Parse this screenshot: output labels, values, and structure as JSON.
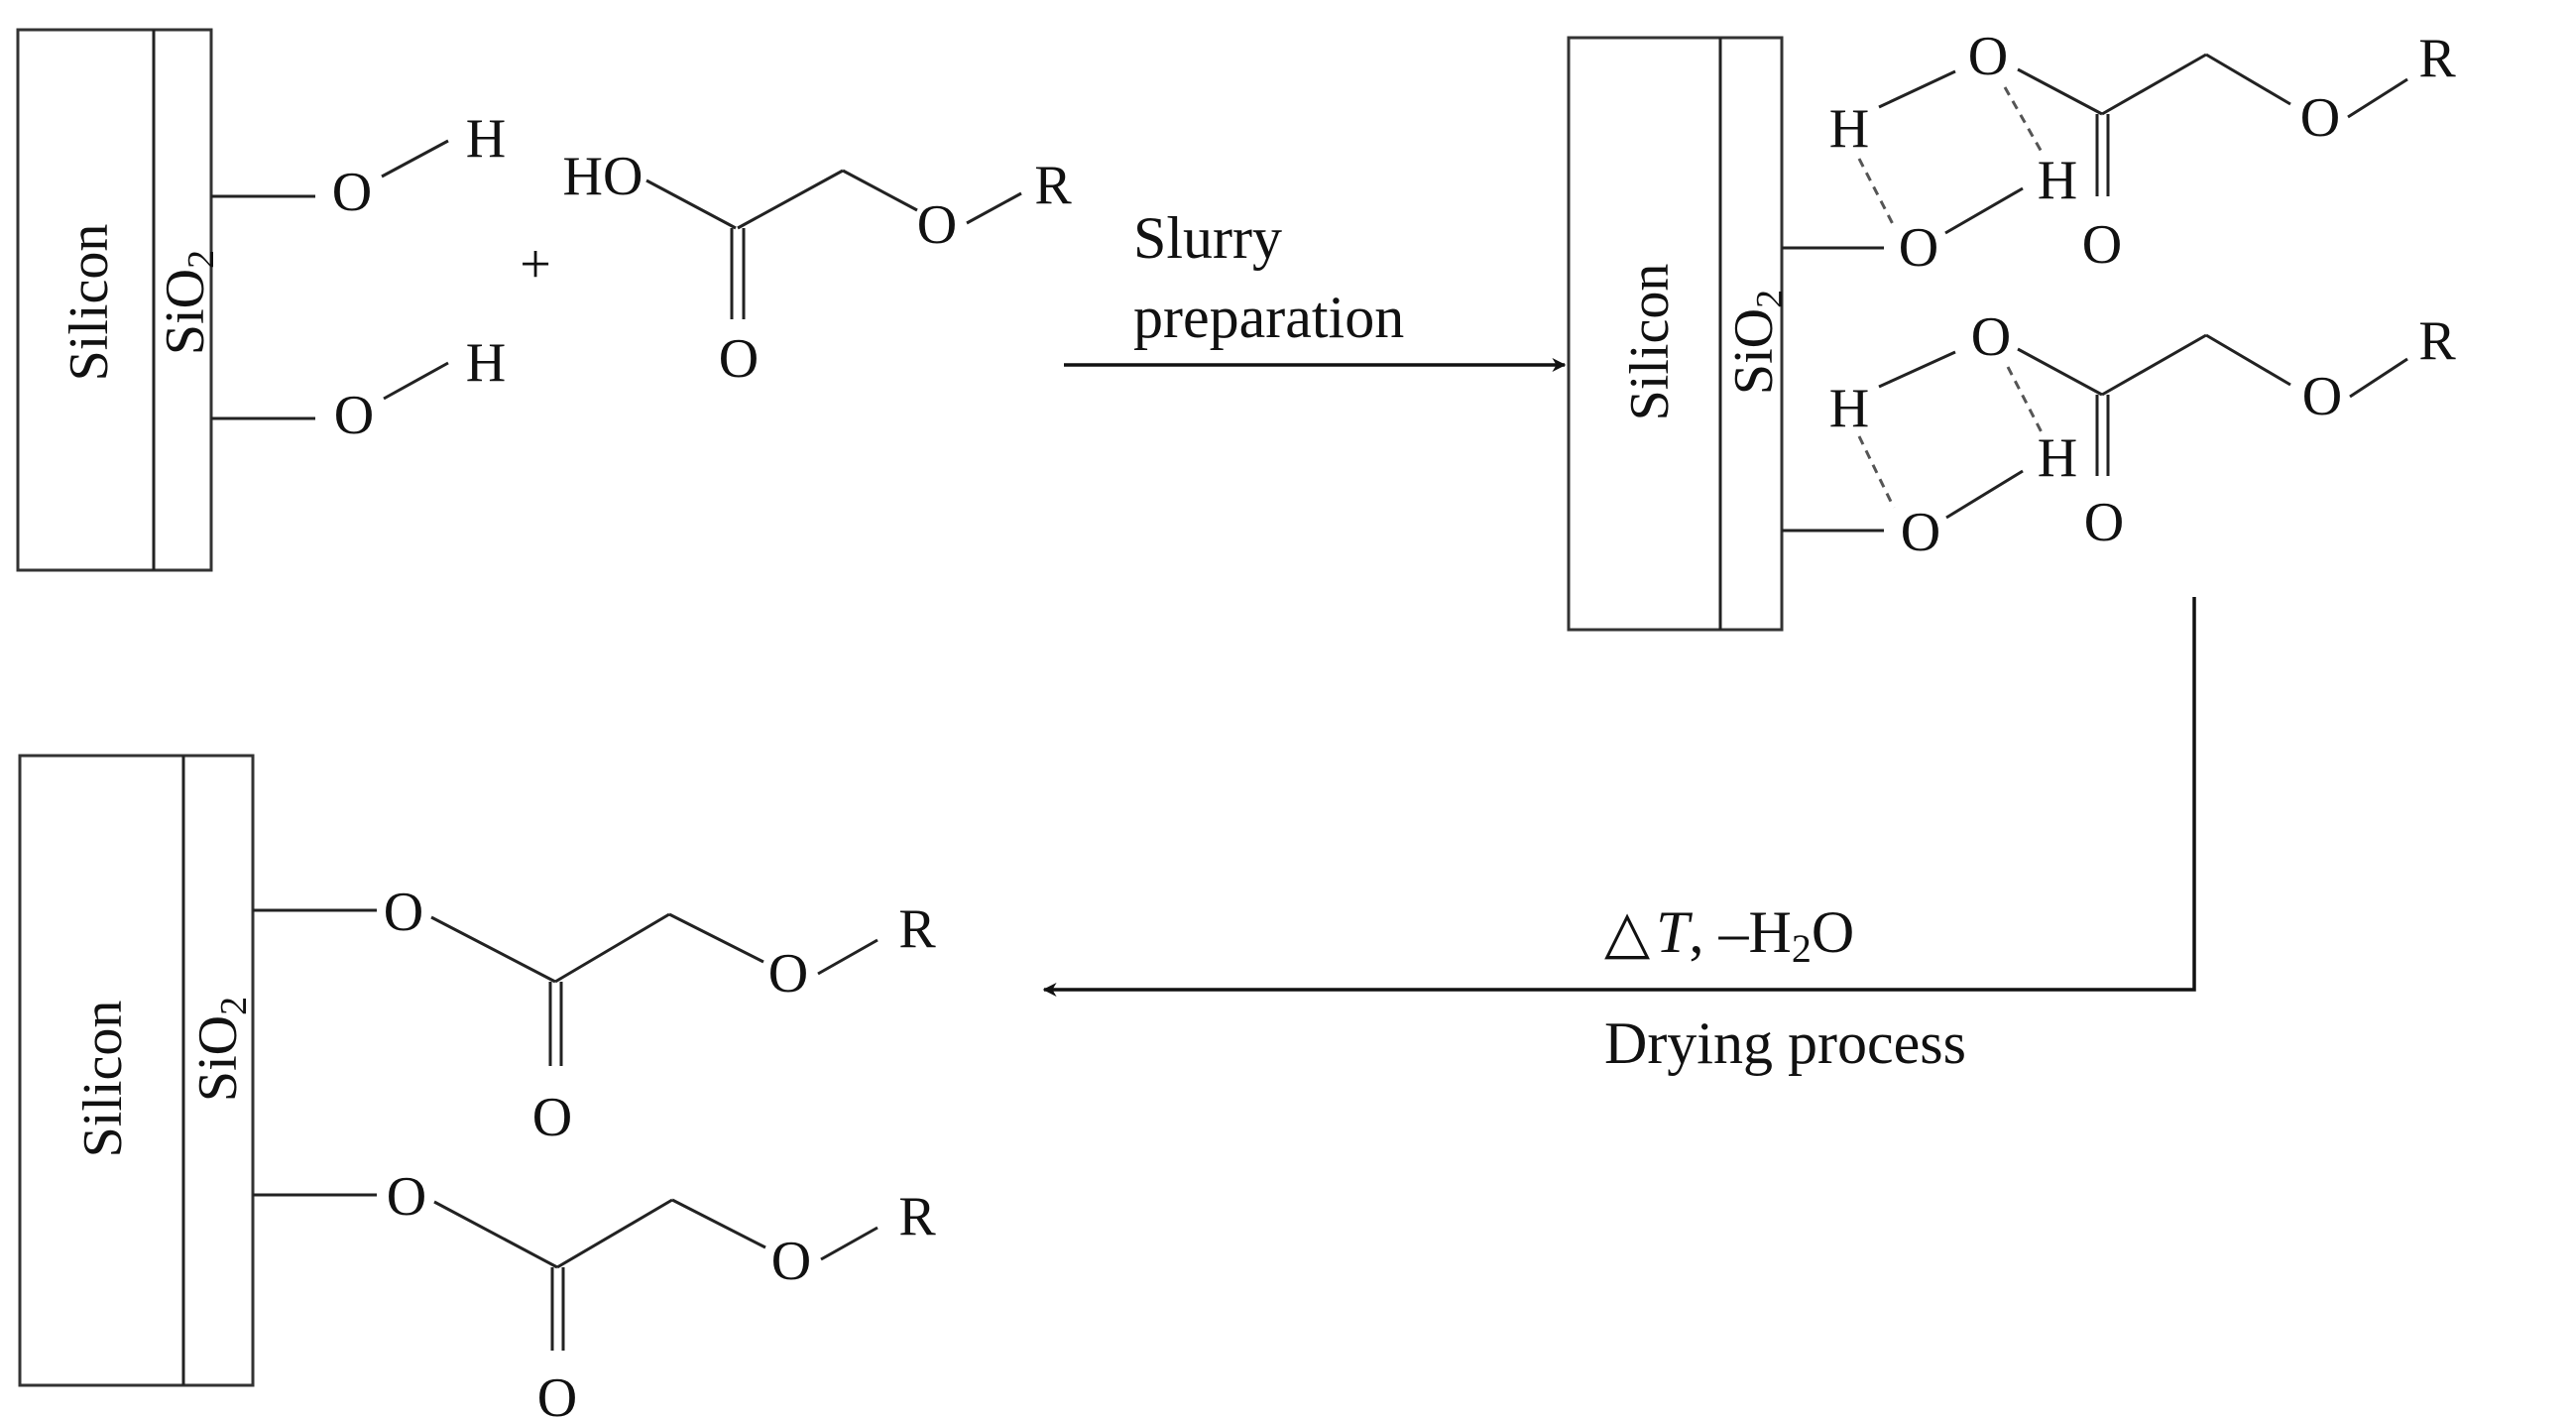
{
  "layers": {
    "silicon": "Silicon",
    "oxide": "SiO",
    "oxide_sub": "2"
  },
  "atoms": {
    "O": "O",
    "H": "H",
    "HO": "HO",
    "R": "R"
  },
  "plus": "+",
  "steps": {
    "slurry_line1": "Slurry",
    "slurry_line2": "preparation",
    "drying_condition_delta": "△",
    "drying_condition_T": "T",
    "drying_condition_rest": ", –H",
    "drying_condition_sub": "2",
    "drying_condition_end": "O",
    "drying_label": "Drying process"
  },
  "colors": {
    "ink": "#111111",
    "box_stroke": "#333333",
    "dashed_bond": "#555555"
  }
}
